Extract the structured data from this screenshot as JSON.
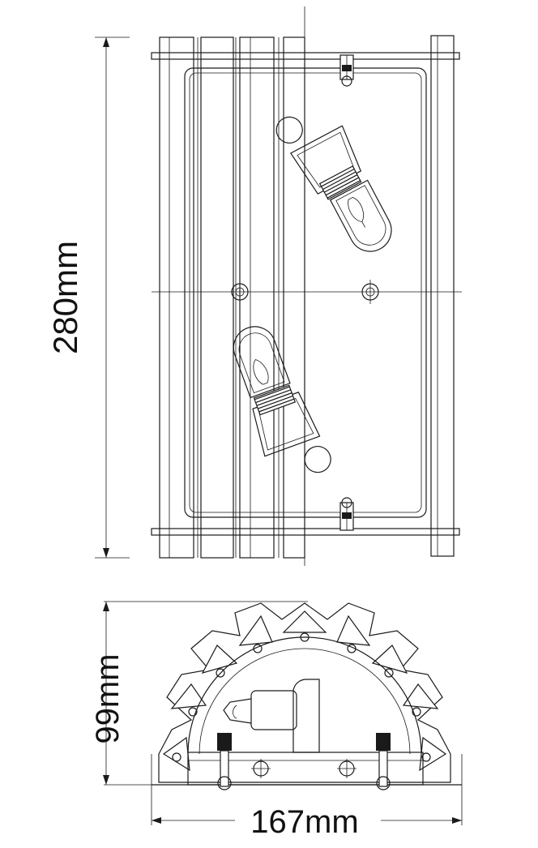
{
  "dimensions": {
    "height_top": "280mm",
    "height_side": "99mm",
    "width_side": "167mm"
  },
  "colors": {
    "line": "#1a1a1a",
    "background": "#ffffff"
  }
}
